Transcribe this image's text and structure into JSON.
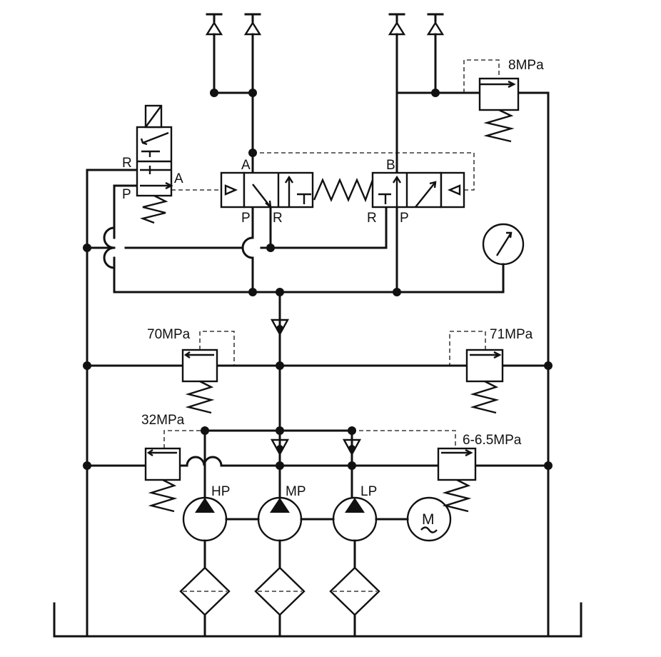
{
  "labels": {
    "relief_8": "8MPa",
    "relief_70": "70MPa",
    "relief_71": "71MPa",
    "relief_32": "32MPa",
    "relief_6": "6-6.5MPa",
    "pump_hp": "HP",
    "pump_mp": "MP",
    "pump_lp": "LP",
    "motor": "M",
    "sol_r": "R",
    "sol_p": "P",
    "sol_a": "A",
    "left_a": "A",
    "left_p": "P",
    "left_r": "R",
    "right_b": "B",
    "right_r": "R",
    "right_p": "P"
  }
}
